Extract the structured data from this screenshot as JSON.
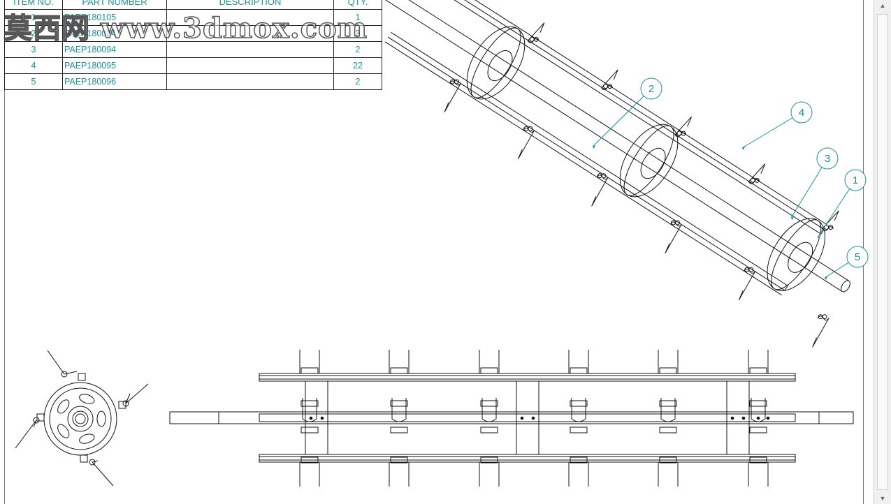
{
  "bom": {
    "headers": [
      "ITEM NO.",
      "PART NUMBER",
      "DESCRIPTION",
      "QTY."
    ],
    "rows": [
      {
        "item": "1",
        "part": "PAEP180105",
        "desc": "",
        "qty": "1"
      },
      {
        "item": "2",
        "part": "PAEA180024",
        "desc": "",
        "qty": "3"
      },
      {
        "item": "3",
        "part": "PAEP180094",
        "desc": "",
        "qty": "2"
      },
      {
        "item": "4",
        "part": "PAEP180095",
        "desc": "",
        "qty": "22"
      },
      {
        "item": "5",
        "part": "PAEP180096",
        "desc": "",
        "qty": "2"
      }
    ]
  },
  "watermark": "莫西网 www.3dmox.com",
  "balloons": [
    "1",
    "2",
    "3",
    "4",
    "5"
  ],
  "colors": {
    "annotation": "#1f8f9a",
    "line": "#111111",
    "frame": "#777777"
  },
  "icons": [
    "scroll-up-arrow-icon",
    "scroll-down-arrow-icon"
  ]
}
